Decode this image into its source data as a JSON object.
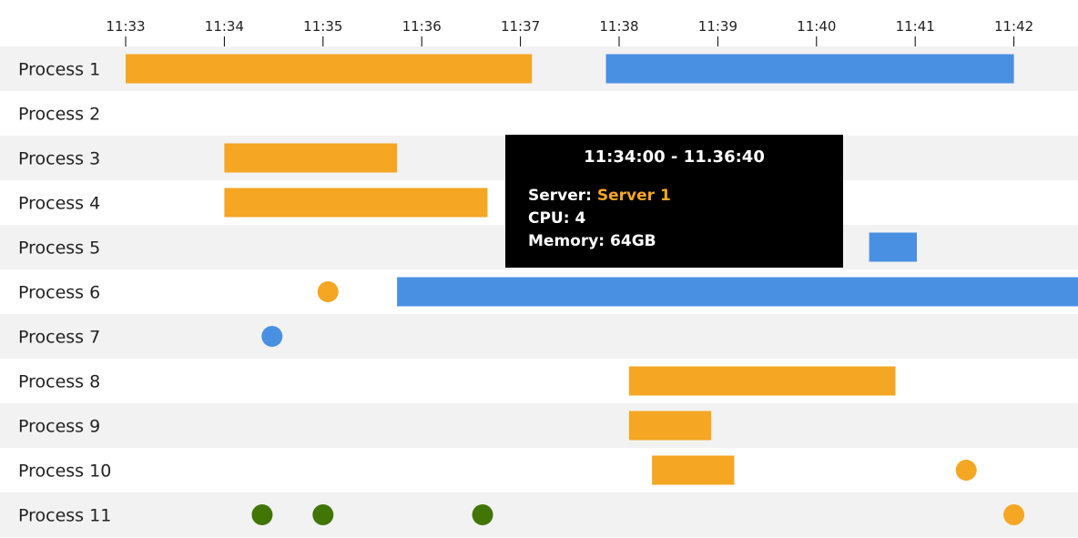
{
  "chart_data": {
    "type": "timeline",
    "x_axis": {
      "ticks": [
        "11:33",
        "11:34",
        "11:35",
        "11:36",
        "11:37",
        "11:38",
        "11:39",
        "11:40",
        "11:41",
        "11:42"
      ],
      "range": [
        "11:33:00",
        "11:42:43"
      ]
    },
    "lanes": [
      "Process 1",
      "Process 2",
      "Process 3",
      "Process 4",
      "Process 5",
      "Process 6",
      "Process 7",
      "Process 8",
      "Process 9",
      "Process 10",
      "Process 11"
    ],
    "colors": {
      "orange": "#f5a623",
      "blue": "#4a90e2",
      "green": "#417505"
    },
    "bars": [
      {
        "lane": 0,
        "start": "11:33:00",
        "end": "11:37:07",
        "color": "orange"
      },
      {
        "lane": 0,
        "start": "11:37:52",
        "end": "11:42:00",
        "color": "blue"
      },
      {
        "lane": 2,
        "start": "11:34:00",
        "end": "11:35:45",
        "color": "orange"
      },
      {
        "lane": 3,
        "start": "11:34:00",
        "end": "11:36:40",
        "color": "orange"
      },
      {
        "lane": 4,
        "start": "11:40:32",
        "end": "11:41:01",
        "color": "blue"
      },
      {
        "lane": 5,
        "start": "11:35:45",
        "end": "11:42:43",
        "color": "blue"
      },
      {
        "lane": 7,
        "start": "11:38:06",
        "end": "11:40:48",
        "color": "orange"
      },
      {
        "lane": 8,
        "start": "11:38:06",
        "end": "11:38:56",
        "color": "orange"
      },
      {
        "lane": 9,
        "start": "11:38:20",
        "end": "11:39:10",
        "color": "orange"
      }
    ],
    "points": [
      {
        "lane": 5,
        "time": "11:35:03",
        "color": "orange"
      },
      {
        "lane": 6,
        "time": "11:34:29",
        "color": "blue"
      },
      {
        "lane": 9,
        "time": "11:41:31",
        "color": "orange"
      },
      {
        "lane": 10,
        "time": "11:34:23",
        "color": "green"
      },
      {
        "lane": 10,
        "time": "11:35:00",
        "color": "green"
      },
      {
        "lane": 10,
        "time": "11:36:37",
        "color": "green"
      },
      {
        "lane": 10,
        "time": "11:42:00",
        "color": "orange"
      }
    ]
  },
  "tooltip": {
    "title": "11:34:00 - 11.36:40",
    "server_label": "Server:",
    "server_value": "Server 1",
    "cpu_label": "CPU:",
    "cpu_value": "4",
    "memory_label": "Memory:",
    "memory_value": "64GB",
    "highlight_color": "#f5a623"
  }
}
